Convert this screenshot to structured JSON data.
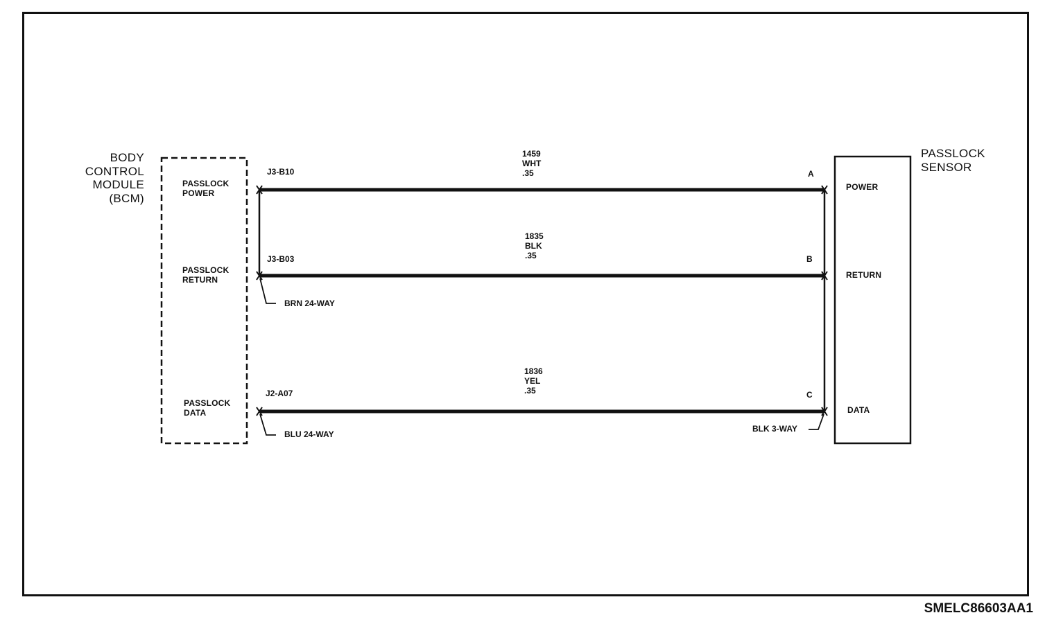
{
  "bcm": {
    "l1": "BODY",
    "l2": "CONTROL",
    "l3": "MODULE",
    "l4": "(BCM)"
  },
  "sensor": {
    "l1": "PASSLOCK",
    "l2": "SENSOR"
  },
  "bcm_pins": [
    {
      "l1": "PASSLOCK",
      "l2": "POWER"
    },
    {
      "l1": "PASSLOCK",
      "l2": "RETURN"
    },
    {
      "l1": "PASSLOCK",
      "l2": "DATA"
    }
  ],
  "sensor_pins": [
    "POWER",
    "RETURN",
    "DATA"
  ],
  "wires": [
    {
      "circuit": "1459",
      "color": "WHT",
      "gauge": ".35",
      "bcm_terminal": "J3-B10",
      "sensor_terminal": "A"
    },
    {
      "circuit": "1835",
      "color": "BLK",
      "gauge": ".35",
      "bcm_terminal": "J3-B03",
      "sensor_terminal": "B"
    },
    {
      "circuit": "1836",
      "color": "YEL",
      "gauge": ".35",
      "bcm_terminal": "J2-A07",
      "sensor_terminal": "C"
    }
  ],
  "connectors": {
    "brn": "BRN 24-WAY",
    "blu": "BLU 24-WAY",
    "blk": "BLK 3-WAY"
  },
  "figure_code": "SMELC86603AA1"
}
